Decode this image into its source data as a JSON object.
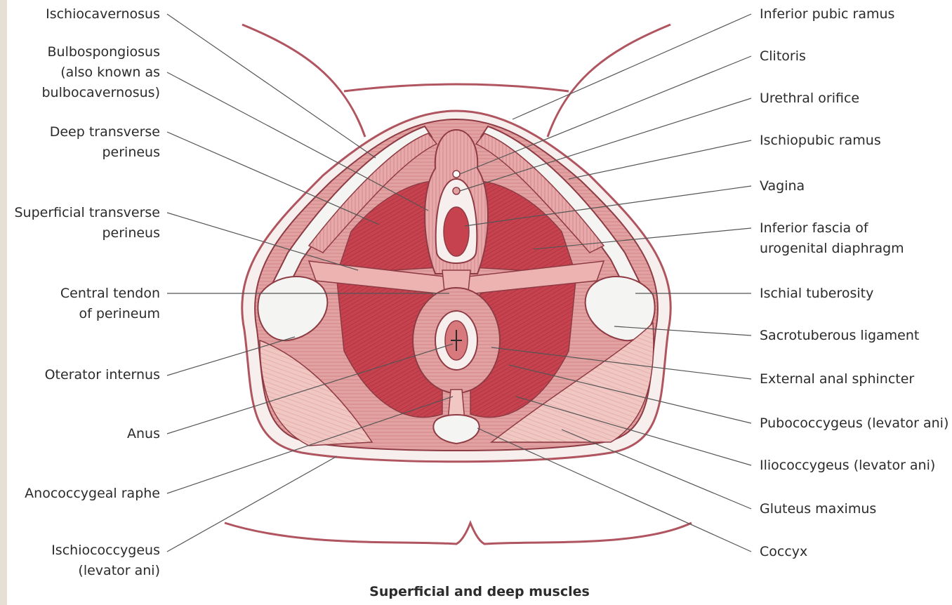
{
  "colors": {
    "outline": "#b0555f",
    "muscle": "#e3a2a2",
    "muscle_light": "#f1c7c3",
    "muscle_deep": "#c7424f",
    "leader": "#555555",
    "bone": "#f4f4f2",
    "background_margin": "#e6e0d4"
  },
  "labels_left": [
    {
      "id": "ischiocavernosus",
      "text": "Ischiocavernosus"
    },
    {
      "id": "bulbospongiosus",
      "text": "Bulbospongiosus\n(also known as\nbulbocavernosus)"
    },
    {
      "id": "deep-transverse-perineus",
      "text": "Deep transverse\nperineus"
    },
    {
      "id": "superficial-transverse-perineus",
      "text": "Superficial transverse\nperineus"
    },
    {
      "id": "central-tendon",
      "text": "Central tendon\nof perineum"
    },
    {
      "id": "oterator-internus",
      "text": "Oterator internus"
    },
    {
      "id": "anus",
      "text": "Anus"
    },
    {
      "id": "anococcygeal-raphe",
      "text": "Anococcygeal raphe"
    },
    {
      "id": "ischiococcygeus",
      "text": "Ischiococcygeus\n(levator ani)"
    }
  ],
  "labels_right": [
    {
      "id": "inferior-pubic-ramus",
      "text": "Inferior pubic ramus"
    },
    {
      "id": "clitoris",
      "text": "Clitoris"
    },
    {
      "id": "urethral-orifice",
      "text": "Urethral orifice"
    },
    {
      "id": "ischiopubic-ramus",
      "text": "Ischiopubic ramus"
    },
    {
      "id": "vagina",
      "text": "Vagina"
    },
    {
      "id": "inferior-fascia",
      "text": "Inferior fascia of\nurogenital diaphragm"
    },
    {
      "id": "ischial-tuberosity",
      "text": "Ischial tuberosity"
    },
    {
      "id": "sacrotuberous-ligament",
      "text": "Sacrotuberous ligament"
    },
    {
      "id": "external-anal-sphincter",
      "text": "External anal sphincter"
    },
    {
      "id": "pubococcygeus",
      "text": "Pubococcygeus (levator ani)"
    },
    {
      "id": "iliococcygeus",
      "text": "Iliococcygeus (levator ani)"
    },
    {
      "id": "gluteus-maximus",
      "text": "Gluteus maximus"
    },
    {
      "id": "coccyx",
      "text": "Coccyx"
    }
  ],
  "caption": "Superficial and deep muscles"
}
